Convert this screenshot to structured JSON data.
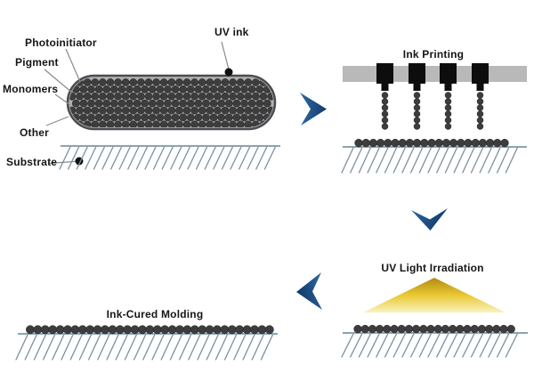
{
  "diagram": {
    "composition": {
      "labels": {
        "photoinitiator": "Photoinitiator",
        "pigment": "Pigment",
        "monomers": "Monomers",
        "other": "Other",
        "uv_ink": "UV ink",
        "substrate": "Substrate"
      }
    },
    "steps": {
      "ink_printing": "Ink Printing",
      "uv_irradiation": "UV Light Irradiation",
      "ink_cured": "Ink-Cured Molding"
    }
  },
  "icons": {
    "arrow_right": "chevron-right",
    "arrow_down": "chevron-down",
    "arrow_left": "chevron-left"
  },
  "colors": {
    "arrow_blue": "#1c4e8b",
    "ink_dot": "#3d3d3d",
    "capsule_fill": "#b2b2b2",
    "capsule_stroke": "#4b4b52",
    "print_bar_gray": "#b9b9b9",
    "print_head_black": "#0d0d0d",
    "substrate_line": "#8aa4b2",
    "hatch_line": "#7b8fa0",
    "uv_beam_top": "#b28a10",
    "uv_beam_mid": "#e9c832",
    "uv_beam_bottom": "#f9f2c0",
    "text": "#151515"
  }
}
